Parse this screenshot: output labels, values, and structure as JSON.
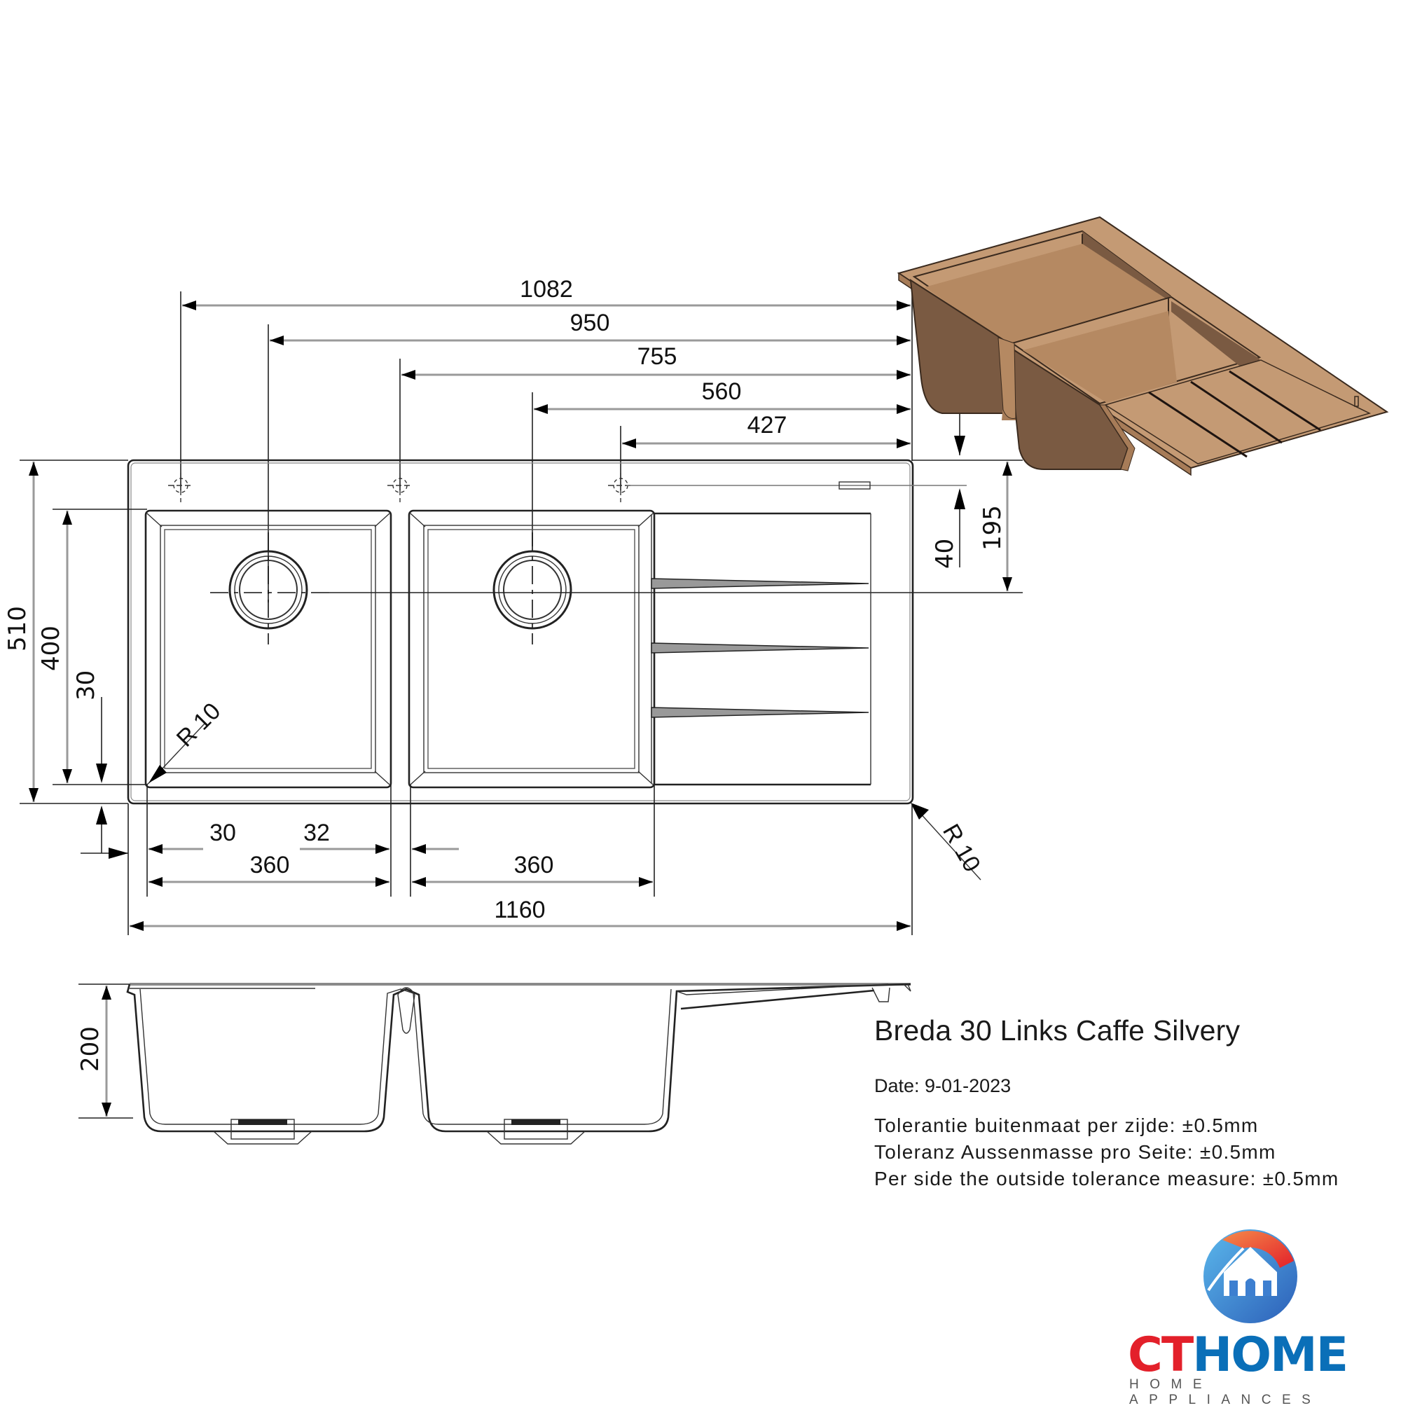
{
  "drawing": {
    "product_name": "Breda 30 Links Caffe Silvery",
    "date_label": "Date: 9-01-2023",
    "tolerances": [
      "Tolerantie buitenmaat per zijde: ±0.5mm",
      "Toleranz Aussenmasse pro Seite: ±0.5mm",
      "Per side the outside tolerance measure: ±0.5mm"
    ]
  },
  "dimensions": {
    "top": {
      "d1082": "1082",
      "d950": "950",
      "d755": "755",
      "d560": "560",
      "d427": "427"
    },
    "right": {
      "d40": "40",
      "d195": "195",
      "corner_radius": "R 10"
    },
    "left": {
      "d510": "510",
      "d400": "400",
      "d30": "30"
    },
    "inner_corner_radius": "R 10",
    "bottom": {
      "d30": "30",
      "d32": "32",
      "bowl1_width": "360",
      "bowl2_width": "360",
      "overall_width": "1160"
    },
    "section": {
      "depth": "200"
    }
  },
  "render": {
    "sink_color_light": "#c49a74",
    "sink_color_mid": "#a77c58",
    "sink_color_dark": "#7a5a42"
  },
  "logo": {
    "brand_part1": "CT",
    "brand_part2": "HOME",
    "tagline": "HOME APPLIANCES",
    "color_red": "#e3202a",
    "color_blue": "#0a6fb8"
  }
}
